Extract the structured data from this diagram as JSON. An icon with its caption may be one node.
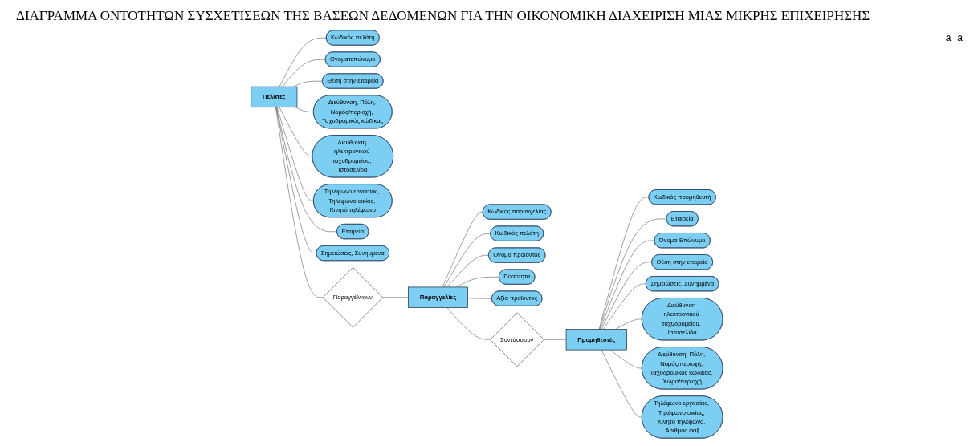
{
  "diagram": {
    "title": "ΔΙΑΓΡΑΜΜΑ ΟΝΤΟΤΗΤΩΝ ΣΥΣΧΕΤΙΣΕΩΝ ΤΗΣ ΒΑΣΕΩΝ ΔΕΔΟΜΕΝΩΝ ΓΙΑ ΤΗΝ ΟΙΚΟΝΟΜΙΚΗ ΔΙΑΧΕΙΡΙΣΗ ΜΙΑΣ ΜΙΚΡΗΣ ΕΠΙΧΕΙΡΗΣΗΣ",
    "nodes": [
      {
        "text": [
          "Πελάτες"
        ]
      },
      {
        "text": [
          "Κωδικός πελάτη"
        ]
      },
      {
        "text": [
          "Ονοματεπώνυμο"
        ]
      },
      {
        "text": [
          "Θέση στην εταιρεία"
        ]
      },
      {
        "text": [
          "Διεύθυνση, Πόλη, Νομός/περιοχή, Ταχυδρομικός κώδικας"
        ]
      },
      {
        "text": [
          "Διεύθυνση ηλεκτρονικού ταχυδρομείου, Ιστοσελίδα"
        ]
      },
      {
        "text": [
          "Τηλέφωνο εργασίας, Τηλέφωνο οικίας, Κινητό τηλέφωνο"
        ]
      },
      {
        "text": [
          "Εταιρεία"
        ]
      },
      {
        "text": [
          "Σημειώσεις, Συνημμένα"
        ]
      },
      {
        "text": [
          "Παραγγέλνουν"
        ]
      },
      {
        "text": [
          "Παραγγελίες"
        ]
      },
      {
        "text": [
          "Κωδικός παραγγελίας"
        ]
      },
      {
        "text": [
          "Κωδικός πελάτη"
        ]
      },
      {
        "text": [
          "Όνομα προϊόντος"
        ]
      },
      {
        "text": [
          "Ποσότητα"
        ]
      },
      {
        "text": [
          "Αξία προϊόντος"
        ]
      },
      {
        "text": [
          "Συντάσσουν"
        ]
      },
      {
        "text": [
          "Προμηθευτές"
        ]
      },
      {
        "text": [
          "Κωδικός προμηθευτή"
        ]
      },
      {
        "text": [
          "Εταιρεία"
        ]
      },
      {
        "text": [
          "Όνομα-Επώνυμο"
        ]
      },
      {
        "text": [
          "Θέση στην εταιρεία"
        ]
      },
      {
        "text": [
          "Σημειώσεις, Συνημμένα"
        ]
      },
      {
        "text": [
          "Διεύθυνση ηλεκτρονικού ταχυδρομείου, Ιστοσελίδα"
        ]
      },
      {
        "text": [
          "Διεύθυνση, Πόλη, Νομός/περιοχή, Ταχυδρομικός κώδικας, Χώρα/περιοχή"
        ]
      },
      {
        "text": [
          "Τηλέφωνο εργασίας, Τηλέφωνο οικίας, Κινητό τηλέφωνο, Αριθμός φαξ"
        ]
      }
    ],
    "edges": [
      {
        "from": 0,
        "to": 1,
        "arrow": "none"
      },
      {
        "from": 0,
        "to": 2,
        "arrow": "none"
      },
      {
        "from": 0,
        "to": 3,
        "arrow": "none"
      },
      {
        "from": 0,
        "to": 4,
        "arrow": "none"
      },
      {
        "from": 0,
        "to": 5,
        "arrow": "none"
      },
      {
        "from": 0,
        "to": 6,
        "arrow": "none"
      },
      {
        "from": 0,
        "to": 7,
        "arrow": "none"
      },
      {
        "from": 0,
        "to": 8,
        "arrow": "none"
      },
      {
        "from": 0,
        "to": 9,
        "arrow": "none"
      },
      {
        "from": 9,
        "to": 10,
        "arrow": "none"
      },
      {
        "from": 10,
        "to": 11,
        "arrow": "none"
      },
      {
        "from": 10,
        "to": 12,
        "arrow": "none"
      },
      {
        "from": 10,
        "to": 13,
        "arrow": "none"
      },
      {
        "from": 10,
        "to": 14,
        "arrow": "none"
      },
      {
        "from": 10,
        "to": 15,
        "arrow": "none"
      },
      {
        "from": 10,
        "to": 16,
        "arrow": "none"
      },
      {
        "from": 16,
        "to": 17,
        "arrow": "none"
      },
      {
        "from": 17,
        "to": 18,
        "arrow": "none"
      },
      {
        "from": 17,
        "to": 19,
        "arrow": "none"
      },
      {
        "from": 17,
        "to": 20,
        "arrow": "none"
      },
      {
        "from": 17,
        "to": 21,
        "arrow": "none"
      },
      {
        "from": 17,
        "to": 22,
        "arrow": "none"
      },
      {
        "from": 17,
        "to": 23,
        "arrow": "none"
      },
      {
        "from": 17,
        "to": 24,
        "arrow": "none"
      },
      {
        "from": 17,
        "to": 25,
        "arrow": "none"
      }
    ],
    "labels": [
      "a",
      "a"
    ]
  }
}
